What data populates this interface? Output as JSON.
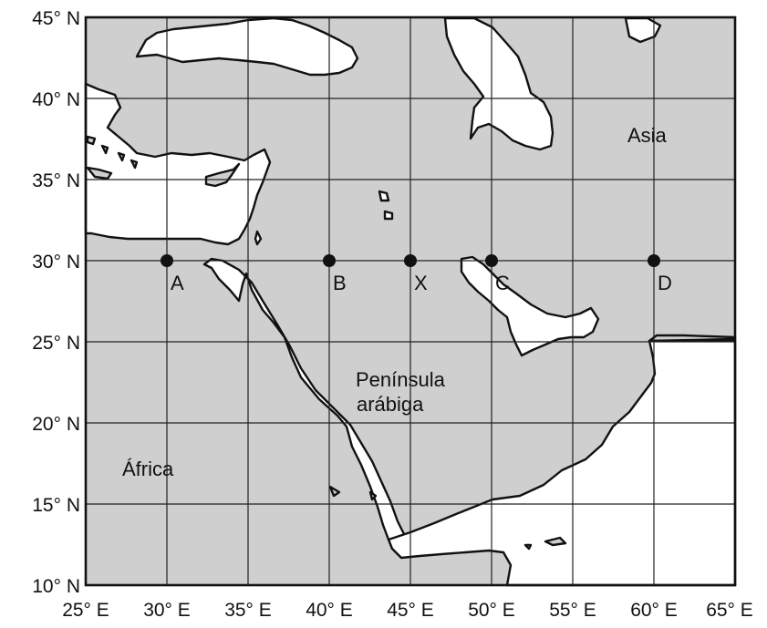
{
  "map": {
    "lat_labels": [
      "45° N",
      "40° N",
      "35° N",
      "30° N",
      "25° N",
      "20° N",
      "15° N",
      "10° N"
    ],
    "lon_labels": [
      "25° E",
      "30° E",
      "35° E",
      "40° E",
      "45° E",
      "50° E",
      "55° E",
      "60° E",
      "65° E"
    ],
    "lat_values": [
      45,
      40,
      35,
      30,
      25,
      20,
      15,
      10
    ],
    "lon_values": [
      25,
      30,
      35,
      40,
      45,
      50,
      55,
      60,
      65
    ],
    "regions": {
      "asia": "Asia",
      "africa": "África",
      "peninsula_line1": "Península",
      "peninsula_line2": "arábiga"
    },
    "points": [
      {
        "id": "A",
        "label": "A",
        "lon": 30,
        "lat": 30
      },
      {
        "id": "B",
        "label": "B",
        "lon": 40,
        "lat": 30
      },
      {
        "id": "X",
        "label": "X",
        "lon": 45,
        "lat": 30
      },
      {
        "id": "C",
        "label": "C",
        "lon": 50,
        "lat": 30
      },
      {
        "id": "D",
        "label": "D",
        "lon": 60,
        "lat": 30
      }
    ],
    "colors": {
      "land": "#cfcfcf",
      "water": "#ffffff",
      "ink": "#111111"
    }
  }
}
